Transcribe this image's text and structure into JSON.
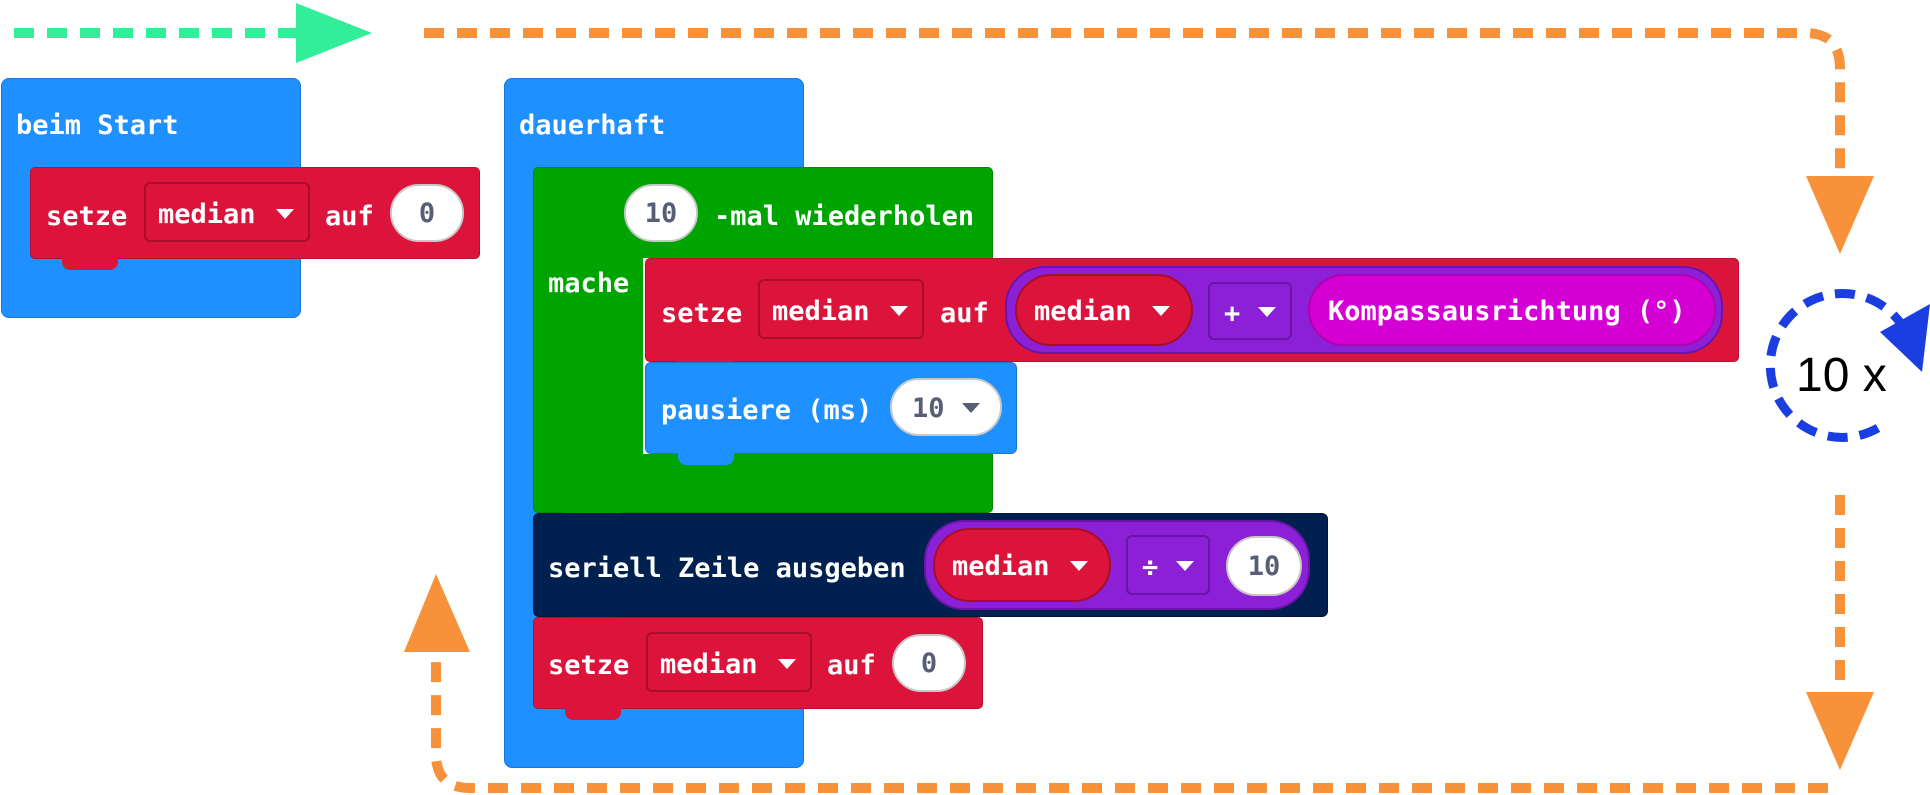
{
  "colors": {
    "event_blue": "#1e90ff",
    "variable_red": "#dc143c",
    "loop_green": "#00a400",
    "serial_navy": "#002050",
    "math_purple": "#8b20d6",
    "input_magenta": "#d400d4",
    "arrow_green": "#33ee99",
    "arrow_orange": "#f7913a",
    "arrow_blue": "#1a3ee0"
  },
  "start_block": {
    "title": "beim Start",
    "set_label": "setze",
    "variable": "median",
    "to_label": "auf",
    "value": "0"
  },
  "forever_block": {
    "title": "dauerhaft",
    "repeat": {
      "count": "10",
      "label": "-mal wiederholen",
      "do_label": "mache"
    },
    "set_sum": {
      "set_label": "setze",
      "variable": "median",
      "to_label": "auf",
      "operand_variable": "median",
      "operator": "+",
      "compass_label": "Kompassausrichtung (°)"
    },
    "pause": {
      "label": "pausiere (ms)",
      "value": "10"
    },
    "serial": {
      "label": "seriell Zeile ausgeben",
      "operand_variable": "median",
      "operator": "÷",
      "divisor": "10"
    },
    "reset": {
      "set_label": "setze",
      "variable": "median",
      "to_label": "auf",
      "value": "0"
    }
  },
  "loop_annotation": {
    "label": "10 x"
  }
}
